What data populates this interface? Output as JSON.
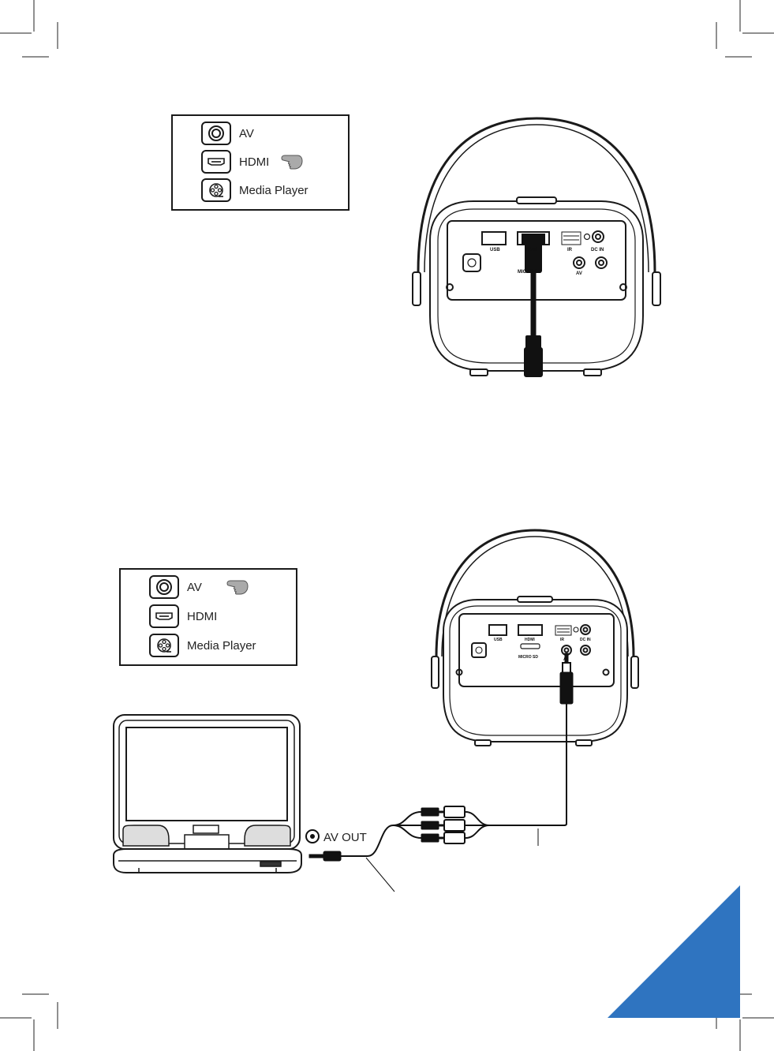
{
  "menu_top": {
    "items": [
      {
        "label": "AV",
        "icon": "av-circle-icon"
      },
      {
        "label": "HDMI",
        "icon": "hdmi-port-icon",
        "selected": true
      },
      {
        "label": "Media Player",
        "icon": "media-player-icon"
      }
    ]
  },
  "menu_bottom": {
    "items": [
      {
        "label": "AV",
        "icon": "av-circle-icon",
        "selected": true
      },
      {
        "label": "HDMI",
        "icon": "hdmi-port-icon"
      },
      {
        "label": "Media Player",
        "icon": "media-player-icon"
      }
    ]
  },
  "projector_top": {
    "ports": {
      "usb": "USB",
      "hdmi": "HDMI",
      "ir": "IR",
      "dc_in": "DC IN",
      "micro_sd": "MICRO SD",
      "av": "AV"
    }
  },
  "projector_bottom": {
    "ports": {
      "usb": "USB",
      "hdmi": "HDMI",
      "ir": "IR",
      "dc_in": "DC IN",
      "micro_sd": "MICRO  SD",
      "av": "AV"
    }
  },
  "dvd_player": {
    "av_out_label": "AV OUT"
  },
  "colors": {
    "corner_triangle": "#2f74c0",
    "line": "#1a1a1a"
  }
}
